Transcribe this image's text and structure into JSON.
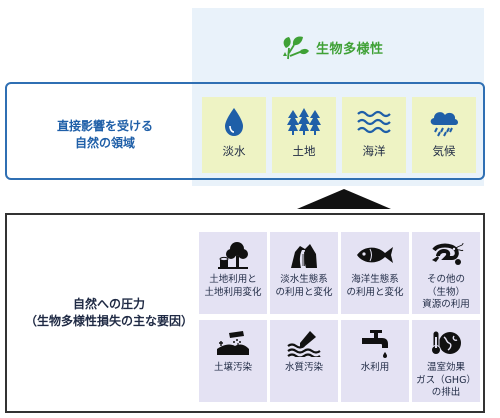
{
  "biodiversity": {
    "label": "生物多様性",
    "icon": "plant-leaves-icon"
  },
  "realms": {
    "label_line1": "直接影響を受ける",
    "label_line2": "自然の領域",
    "items": [
      {
        "label": "淡水",
        "icon": "water-drop-icon"
      },
      {
        "label": "土地",
        "icon": "trees-icon"
      },
      {
        "label": "海洋",
        "icon": "waves-icon"
      },
      {
        "label": "気候",
        "icon": "rain-cloud-icon"
      }
    ]
  },
  "pressures": {
    "label_line1": "自然への圧力",
    "label_line2": "（生物多様性損失の主な要因）",
    "items": [
      {
        "label": "土地利用と\n土地利用変化",
        "icon": "tree-stump-icon"
      },
      {
        "label": "淡水生態系\nの利用と変化",
        "icon": "mountain-waterfall-icon"
      },
      {
        "label": "海洋生態系\nの利用と変化",
        "icon": "fish-icon"
      },
      {
        "label": "その他の\n（生物）\n資源の利用",
        "icon": "shrimp-icon"
      },
      {
        "label": "土壌汚染",
        "icon": "soil-pollution-icon"
      },
      {
        "label": "水質汚染",
        "icon": "water-pollution-icon"
      },
      {
        "label": "水利用",
        "icon": "faucet-icon"
      },
      {
        "label": "温室効果\nガス（GHG）\nの排出",
        "icon": "thermometer-globe-icon"
      }
    ]
  }
}
